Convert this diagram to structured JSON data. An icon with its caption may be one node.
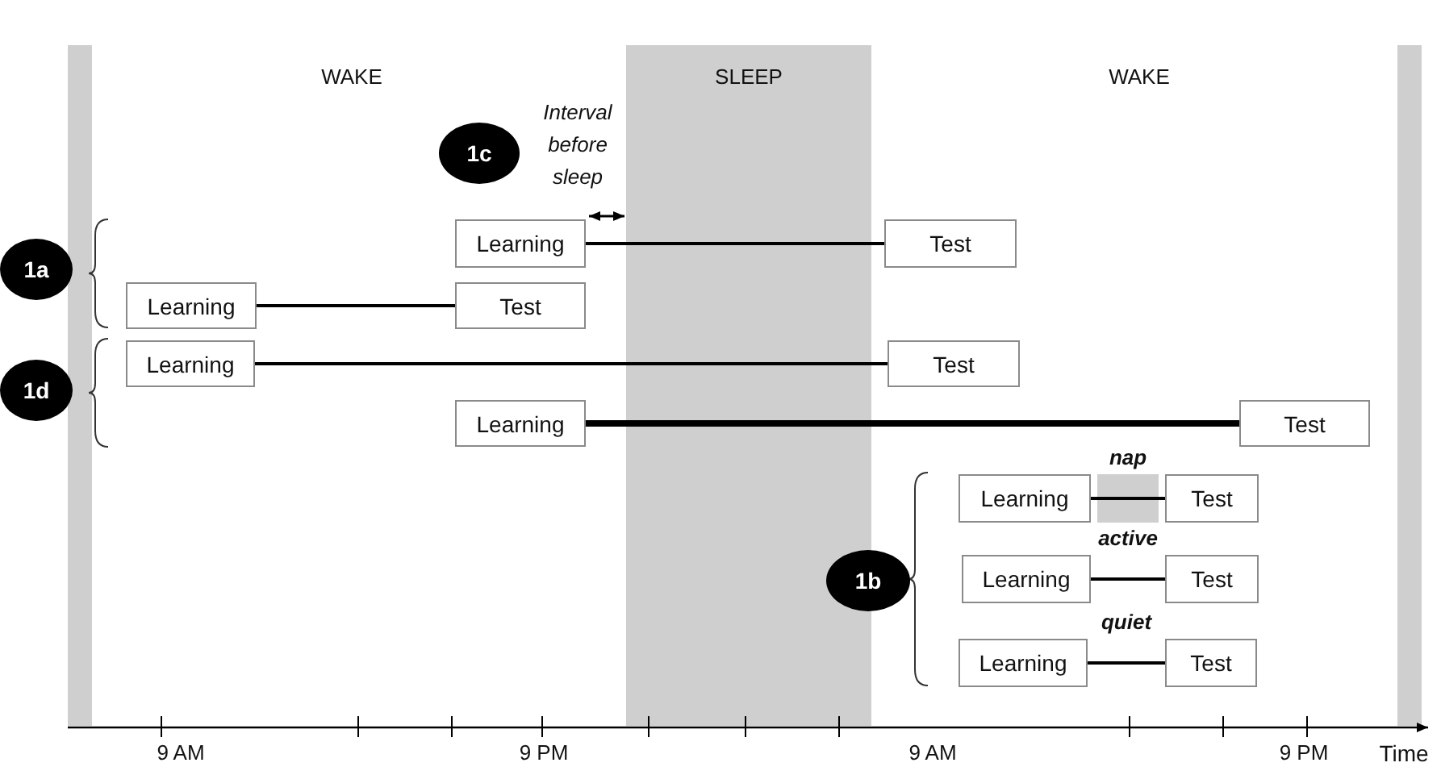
{
  "diagram": {
    "nodes": [
      {
        "text": [
          "1c"
        ]
      },
      {
        "text": [
          "Learning"
        ]
      },
      {
        "text": [
          "Test"
        ]
      },
      {
        "text": [
          "1a"
        ]
      },
      {
        "text": [
          "Learning"
        ]
      },
      {
        "text": [
          "Test"
        ]
      },
      {
        "text": [
          "Learning"
        ]
      },
      {
        "text": [
          "Test"
        ]
      },
      {
        "text": [
          "1d"
        ]
      },
      {
        "text": [
          "Learning"
        ]
      },
      {
        "text": [
          "Test"
        ]
      },
      {
        "text": [
          "Learning"
        ]
      },
      {
        "text": [
          "Test"
        ]
      },
      {
        "text": [
          "1b"
        ]
      },
      {
        "text": [
          "Learning"
        ]
      },
      {
        "text": [
          "Test"
        ]
      },
      {
        "text": [
          "Learning"
        ]
      },
      {
        "text": [
          "Test"
        ]
      }
    ],
    "edges": [
      {
        "from": 1,
        "to": 2,
        "arrow": "none"
      },
      {
        "from": 4,
        "to": 5,
        "arrow": "none"
      },
      {
        "from": 6,
        "to": 7,
        "arrow": "none"
      },
      {
        "from": 9,
        "to": 10,
        "arrow": "none",
        "style": "thick"
      },
      {
        "from": 11,
        "to": 12,
        "arrow": "none",
        "label": "nap"
      },
      {
        "from": 14,
        "to": 15,
        "arrow": "none",
        "label": "active"
      },
      {
        "from": 16,
        "to": 17,
        "arrow": "none",
        "label": "quiet"
      }
    ],
    "labels": [
      "WAKE",
      "SLEEP",
      "WAKE",
      "Interval before sleep",
      "9 AM",
      "9 PM",
      "9 AM",
      "9 PM",
      "Time"
    ]
  }
}
